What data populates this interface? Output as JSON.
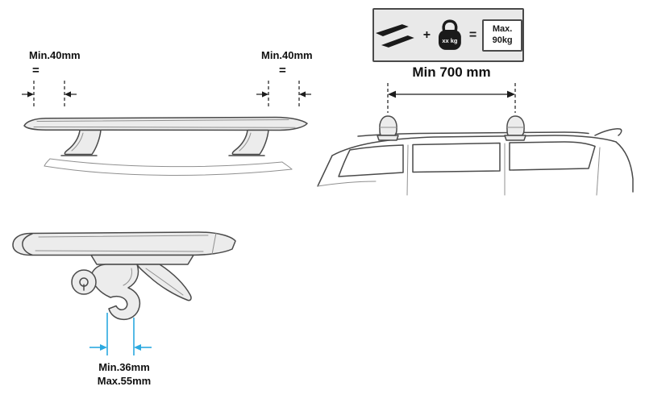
{
  "figure": "roof-rack-crossbar-fitting-diagram",
  "colors": {
    "line": "#4a4a4a",
    "line_light": "#909090",
    "fill_light": "#ececec",
    "accent_cyan": "#2BA9E0",
    "dim": "#1c1c1c",
    "spec_box_bg": "#e9e9e9",
    "icon_dark": "#1a1a1a",
    "text": "#111111"
  },
  "crossbar_figure": {
    "left_label": "Min.40mm",
    "left_equals": "=",
    "right_label": "Min.40mm",
    "right_equals": "="
  },
  "spec_box": {
    "plus": "+",
    "weight_label": "xx kg",
    "equals": "=",
    "max_line1": "Max.",
    "max_line2": "90kg"
  },
  "car_figure": {
    "spread_label": "Min 700 mm"
  },
  "closeup_figure": {
    "min_label": "Min.36mm",
    "max_label": "Max.55mm"
  }
}
